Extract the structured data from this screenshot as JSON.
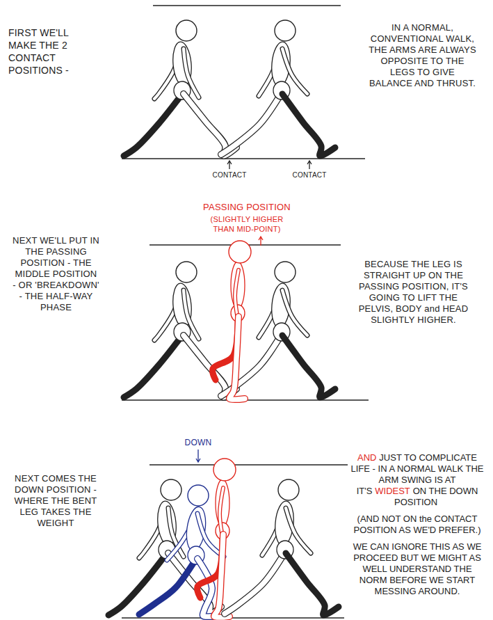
{
  "diagram": {
    "labels": [
      "FIRST WE'LL MAKE THE 2 CONTACT POSITIONS -",
      "IN A NORMAL, CONVENTIONAL WALK, THE ARMS ARE ALWAYS OPPOSITE TO THE LEGS TO GIVE BALANCE AND THRUST.",
      "CONTACT",
      "CONTACT",
      "PASSING POSITION",
      "(SLIGHTLY HIGHER THAN MID-POINT)",
      "NEXT WE'LL PUT IN THE PASSING POSITION - THE MIDDLE POSITION - OR 'BREAKDOWN' - THE HALF-WAY PHASE",
      "BECAUSE THE LEG IS STRAIGHT UP ON THE PASSING POSITION, IT'S GOING TO LIFT THE PELVIS, BODY and HEAD SLIGHTLY HIGHER.",
      "DOWN",
      "NEXT COMES THE DOWN POSITION - WHERE THE BENT LEG TAKES THE WEIGHT",
      "AND",
      "JUST TO COMPLICATE LIFE - IN A NORMAL WALK THE ARM SWING IS AT IT'S",
      "WIDEST",
      "ON THE DOWN POSITION",
      "(AND NOT ON the CONTACT POSITION AS WE'D PREFER.)",
      "WE CAN IGNORE THIS AS WE PROCEED BUT WE MIGHT AS WELL UNDERSTAND THE NORM BEFORE WE START MESSING AROUND."
    ]
  }
}
